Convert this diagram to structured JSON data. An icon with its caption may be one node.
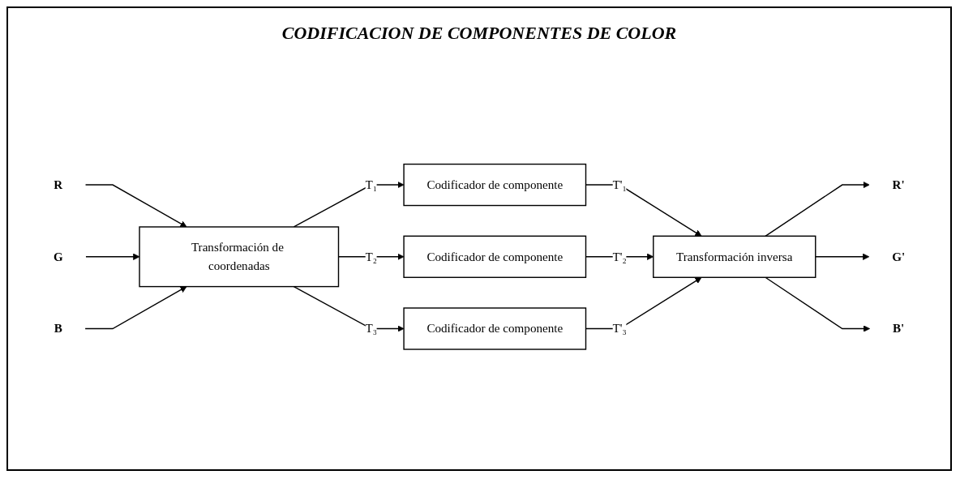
{
  "diagram": {
    "title": "CODIFICACION DE COMPONENTES DE COLOR",
    "nodes": [
      {
        "text": [
          "R"
        ]
      },
      {
        "text": [
          "G"
        ]
      },
      {
        "text": [
          "B"
        ]
      },
      {
        "text": [
          "Transformación de coordenadas"
        ]
      },
      {
        "text": [
          "Codificador de componente"
        ]
      },
      {
        "text": [
          "Codificador de componente"
        ]
      },
      {
        "text": [
          "Codificador de componente"
        ]
      },
      {
        "text": [
          "Transformación inversa"
        ]
      },
      {
        "text": [
          "R'"
        ]
      },
      {
        "text": [
          "G'"
        ]
      },
      {
        "text": [
          "B'"
        ]
      }
    ],
    "edges": [
      {
        "from": 0,
        "to": 3,
        "arrow": "to"
      },
      {
        "from": 1,
        "to": 3,
        "arrow": "to"
      },
      {
        "from": 2,
        "to": 3,
        "arrow": "to"
      },
      {
        "from": 3,
        "to": 4,
        "arrow": "to",
        "label": "T₁"
      },
      {
        "from": 3,
        "to": 5,
        "arrow": "to",
        "label": "T₂"
      },
      {
        "from": 3,
        "to": 6,
        "arrow": "to",
        "label": "T₃"
      },
      {
        "from": 4,
        "to": 7,
        "arrow": "to",
        "label": "T'₁"
      },
      {
        "from": 5,
        "to": 7,
        "arrow": "to",
        "label": "T'₂"
      },
      {
        "from": 6,
        "to": 7,
        "arrow": "to",
        "label": "T'₃"
      },
      {
        "from": 7,
        "to": 8,
        "arrow": "to"
      },
      {
        "from": 7,
        "to": 9,
        "arrow": "to"
      },
      {
        "from": 7,
        "to": 10,
        "arrow": "to"
      }
    ]
  }
}
